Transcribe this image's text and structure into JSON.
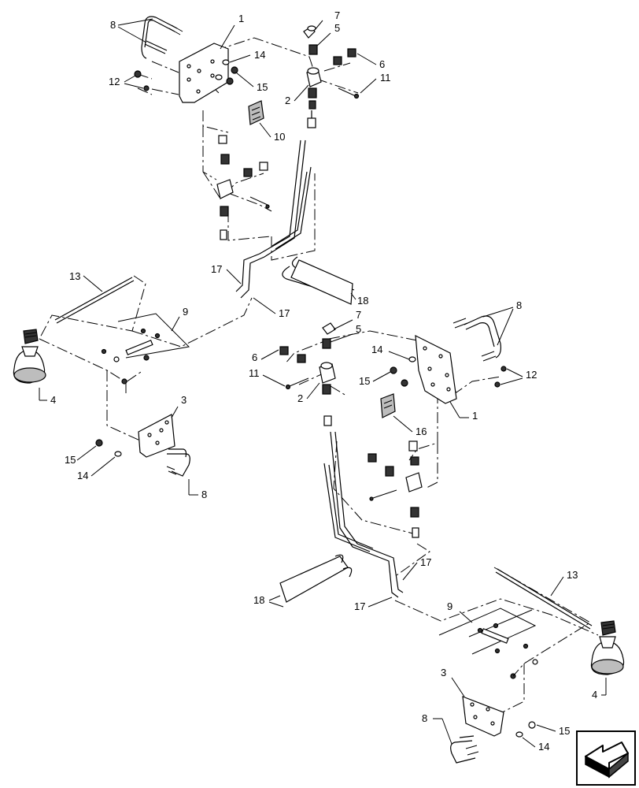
{
  "diagram": {
    "callouts": [
      "1",
      "2",
      "3",
      "4",
      "5",
      "6",
      "7",
      "8",
      "9",
      "10",
      "11",
      "12",
      "13",
      "14",
      "15",
      "16",
      "17",
      "18"
    ],
    "nav_icon": "isometric-arrow-icon"
  }
}
